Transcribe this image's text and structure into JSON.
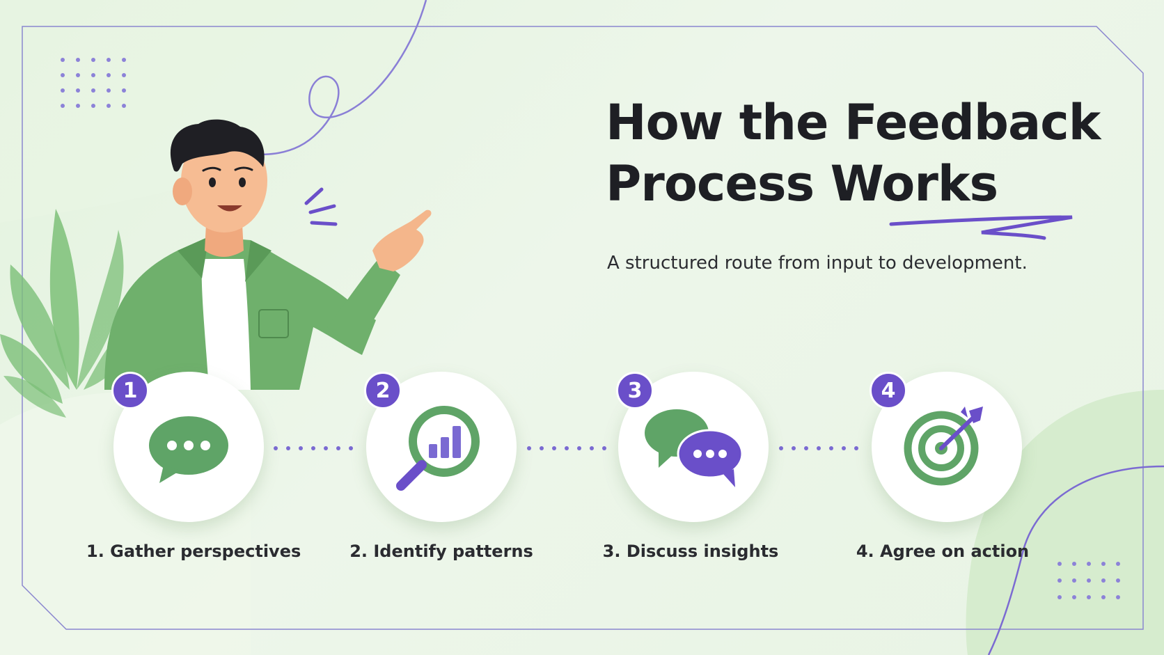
{
  "title": {
    "line1": "How the Feedback",
    "line2": "Process Works"
  },
  "subtitle": "A structured route from input to development.",
  "steps": [
    {
      "number": "1",
      "label": "1. Gather perspectives",
      "icon": "speech-bubble-icon"
    },
    {
      "number": "2",
      "label": "2. Identify patterns",
      "icon": "magnifier-chart-icon"
    },
    {
      "number": "3",
      "label": "3. Discuss insights",
      "icon": "conversation-bubbles-icon"
    },
    {
      "number": "4",
      "label": "4. Agree on action",
      "icon": "target-arrow-icon"
    }
  ],
  "colors": {
    "accent_purple": "#6a4fc9",
    "accent_green": "#5fa467",
    "text_dark": "#1e1f24",
    "background": "#e6f3e1"
  }
}
